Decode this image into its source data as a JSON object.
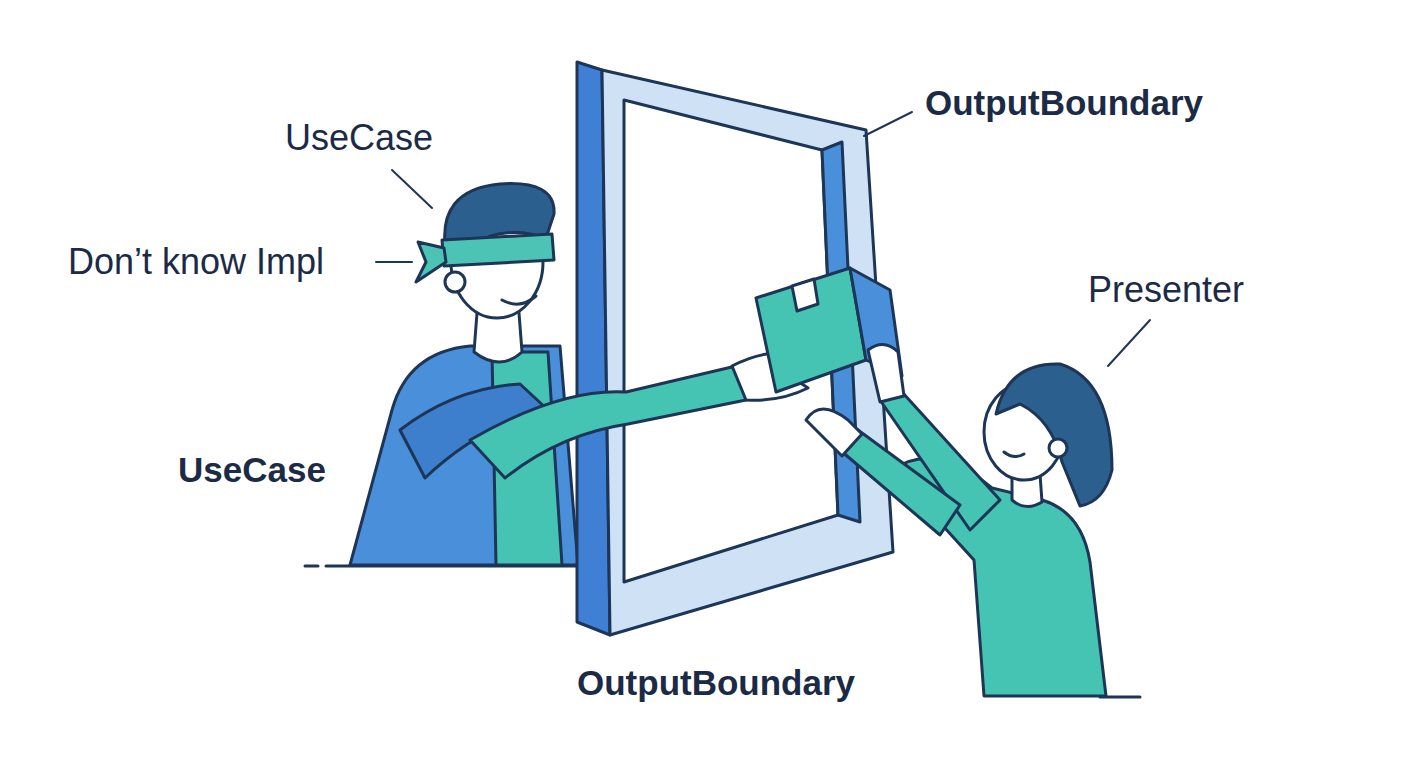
{
  "diagram": {
    "labels": [
      "OutputBoundary",
      "UseCase",
      "Don’t know Impl",
      "Presenter",
      "UseCase",
      "OutputBoundary"
    ]
  }
}
